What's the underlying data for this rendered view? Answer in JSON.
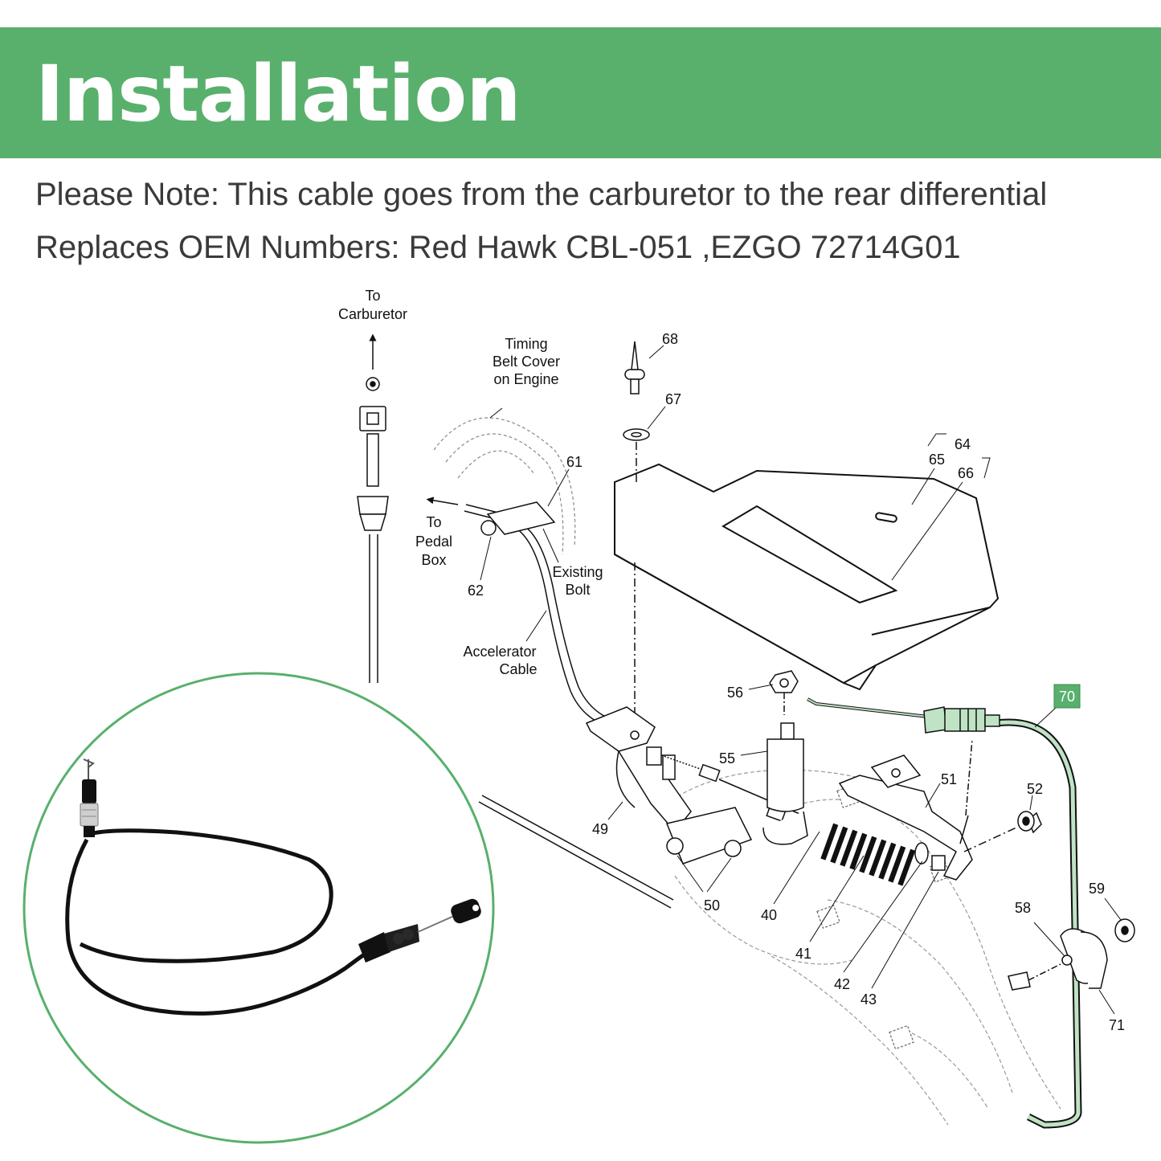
{
  "header": {
    "title": "Installation"
  },
  "notes": {
    "line1": "Please Note: This cable goes from the carburetor to the rear differential",
    "line2": "Replaces OEM Numbers: Red Hawk CBL-051 ,EZGO 72714G01"
  },
  "diagram": {
    "callouts": {
      "to_carburetor": [
        "To",
        "Carburetor"
      ],
      "timing_belt": [
        "Timing",
        "Belt Cover",
        "on Engine"
      ],
      "to_pedal_box": [
        "To",
        "Pedal",
        "Box"
      ],
      "existing_bolt": [
        "Existing",
        "Bolt"
      ],
      "accelerator_cable": [
        "Accelerator",
        "Cable"
      ]
    },
    "part_numbers": {
      "p68": "68",
      "p67": "67",
      "p64": "64",
      "p65": "65",
      "p66": "66",
      "p61": "61",
      "p62": "62",
      "p56": "56",
      "p55": "55",
      "p49": "49",
      "p51": "51",
      "p52": "52",
      "p50": "50",
      "p40": "40",
      "p41": "41",
      "p42": "42",
      "p43": "43",
      "p58": "58",
      "p59": "59",
      "p71": "71"
    },
    "highlight_part": "70",
    "highlight_color": "#58b06c"
  },
  "colors": {
    "banner": "#58b06c",
    "circle_border": "#58b06c",
    "highlight_cable": "#bfe3c4"
  }
}
